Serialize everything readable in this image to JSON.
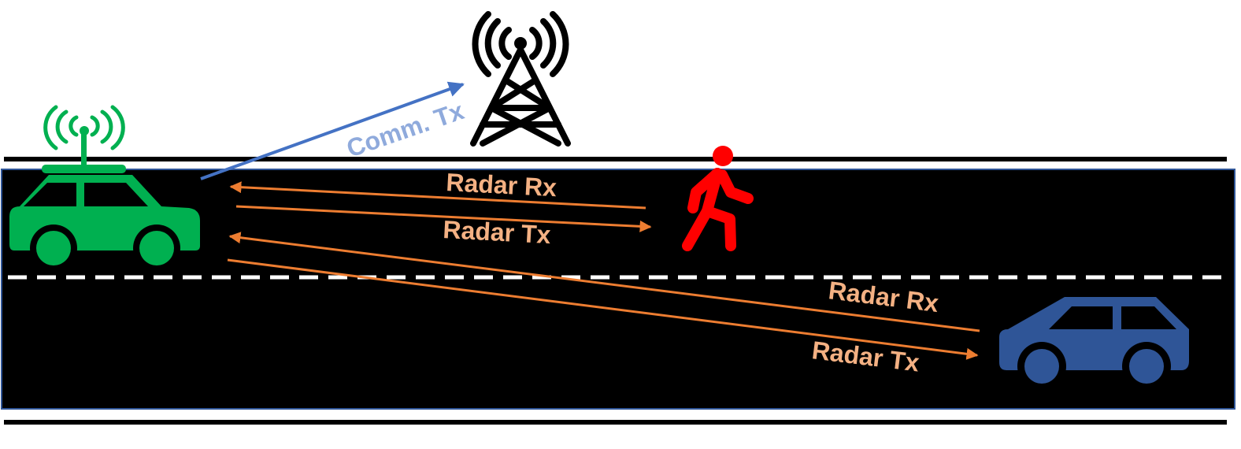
{
  "labels": {
    "comm_tx": "Comm. Tx",
    "radar_rx_pedestrian": "Radar Rx",
    "radar_tx_pedestrian": "Radar Tx",
    "radar_rx_vehicle": "Radar Rx",
    "radar_tx_vehicle": "Radar Tx"
  },
  "colors": {
    "road": "#000000",
    "road_border": "#2f5597",
    "ego_vehicle": "#00b050",
    "target_vehicle": "#2f5597",
    "pedestrian": "#ff0000",
    "radar_arrow": "#ed7d31",
    "radar_text": "#f4b183",
    "comm_arrow": "#4472c4",
    "comm_text": "#8faadc",
    "tower": "#000000",
    "lane_marking": "#ffffff"
  },
  "icons": {
    "ego_vehicle": "car-with-antenna-icon",
    "target_vehicle": "car-icon",
    "pedestrian": "walking-person-icon",
    "base_station": "cell-tower-icon"
  }
}
